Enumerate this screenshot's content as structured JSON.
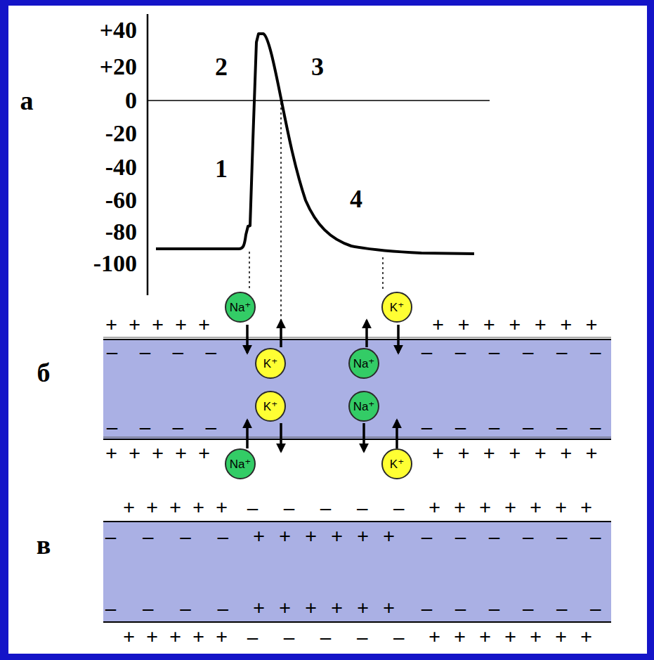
{
  "diagram": {
    "nodes": [
      {
        "text": [
          "Na⁺"
        ]
      },
      {
        "text": [
          "K⁺"
        ]
      },
      {
        "text": [
          "K⁺"
        ]
      },
      {
        "text": [
          "Na⁺"
        ]
      },
      {
        "text": [
          "K⁺"
        ]
      },
      {
        "text": [
          "Na⁺"
        ]
      },
      {
        "text": [
          "Na⁺"
        ]
      },
      {
        "text": [
          "K⁺"
        ]
      }
    ],
    "labels": [
      "+40",
      "+20",
      "0",
      "-20",
      "-40",
      "-60",
      "-80",
      "-100",
      "а",
      "2",
      "3",
      "1",
      "4",
      "б",
      "+++++",
      "+++++++",
      "– – – –",
      "– – – – – –",
      "– – – –",
      "– – – – – –",
      "+++++",
      "+++++++",
      "в",
      "+++++",
      "– – – – –",
      "+++++++",
      "– – – –",
      "++++++",
      "– – – – – –",
      "– – – –",
      "++++++",
      "– – – – – –",
      "+++++",
      "– – – – –",
      "+++++++"
    ]
  }
}
